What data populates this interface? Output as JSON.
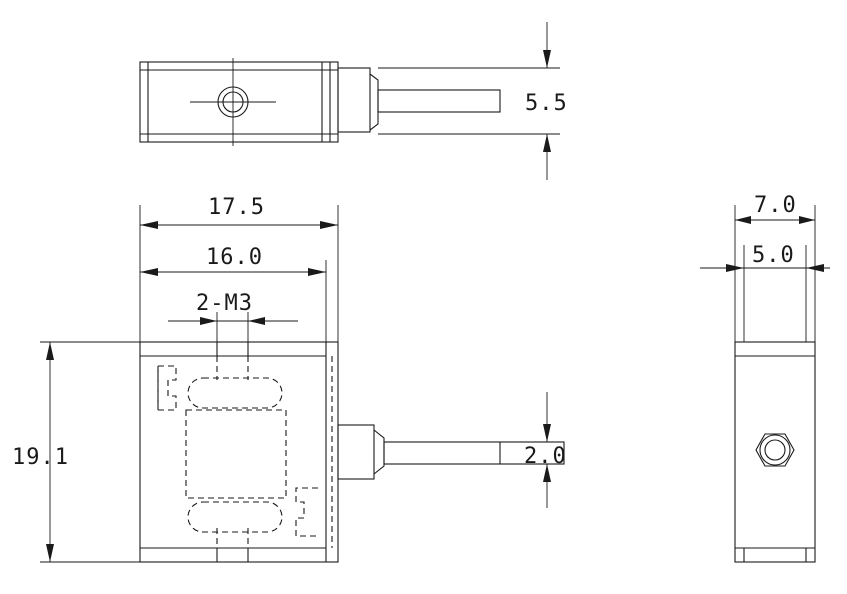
{
  "dimensions": {
    "top_height": "5.5",
    "overall_width": "17.5",
    "inner_width": "16.0",
    "thread_spec": "2-M3",
    "overall_height": "19.1",
    "cable_diameter": "2.0",
    "side_width": "7.0",
    "side_inner_width": "5.0"
  },
  "colors": {
    "line": "#1a1a1a",
    "background": "#ffffff"
  }
}
